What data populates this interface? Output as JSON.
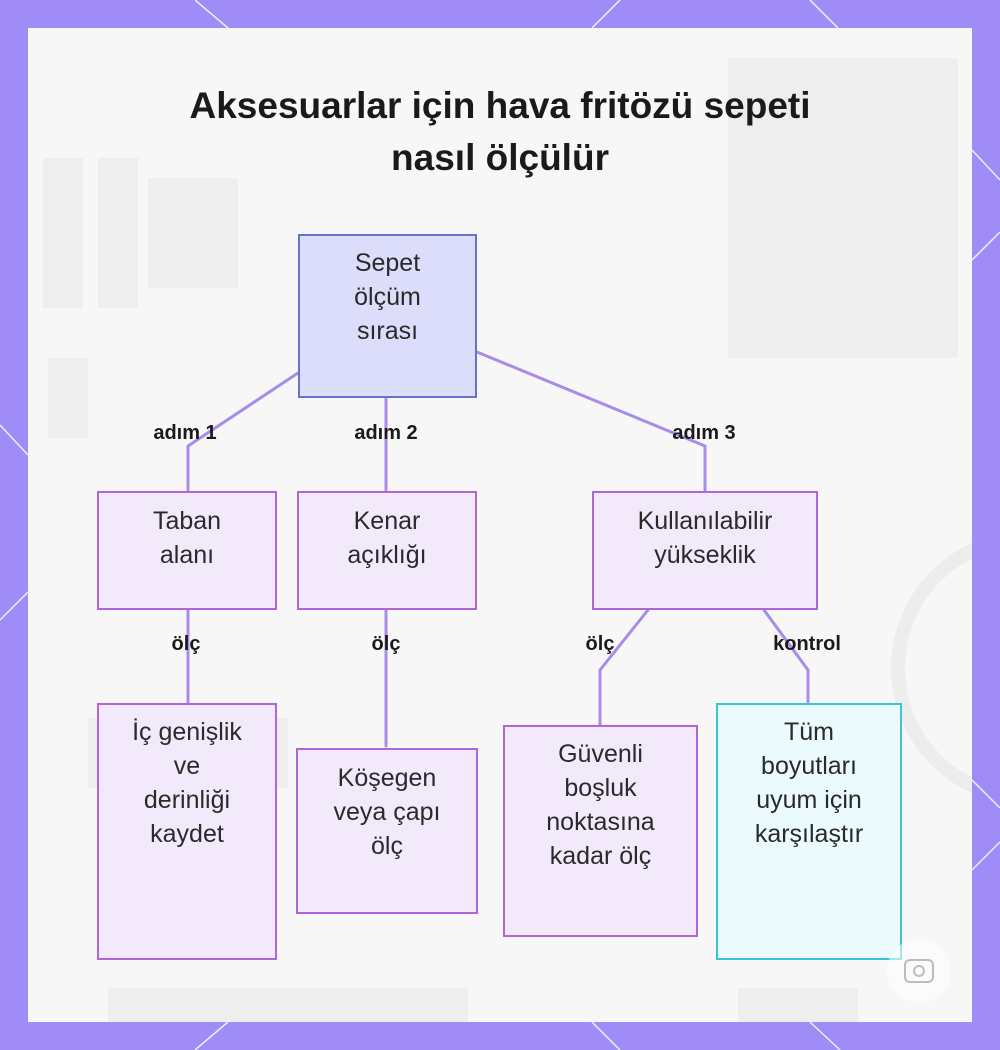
{
  "colors": {
    "frame": "#a08cf6",
    "panel": "#f8f7f8",
    "root_fill": "#dcdcfb",
    "root_border": "#6673c8",
    "step_fill": "#f2e9fb",
    "step_border": "#b165db",
    "check_fill": "#eafafd",
    "check_border": "#3cc3dc",
    "edge": "#a98be8"
  },
  "title": {
    "line1": "Aksesuarlar için hava fritözü sepeti",
    "line2": "nasıl ölçülür"
  },
  "nodes": {
    "root": "Sepet\nölçüm\nsırası",
    "base_area": "Taban\nalanı",
    "side_clearance": "Kenar\naçıklığı",
    "usable_height": "Kullanılabilir\nyükseklik",
    "record_width_depth": "İç genişlik\nve\nderinliği\nkaydet",
    "measure_diagonal": "Köşegen\nveya çapı\nölç",
    "measure_clearance": "Güvenli\nboşluk\nnoktasına\nkadar ölç",
    "compare_all": "Tüm\nboyutları\nuyum için\nkarşılaştır"
  },
  "edge_labels": {
    "step1": "adım 1",
    "step2": "adım 2",
    "step3": "adım 3",
    "measure_a": "ölç",
    "measure_b": "ölç",
    "measure_c": "ölç",
    "control": "kontrol"
  },
  "watermark_icon": "camera-icon"
}
